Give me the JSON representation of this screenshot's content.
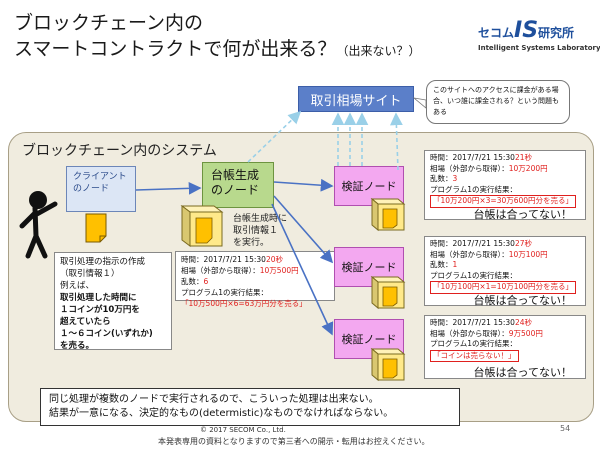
{
  "header": {
    "title_line1": "ブロックチェーン内の",
    "title_line2": "スマートコントラクトで何が出来る？",
    "title_sub": "（出来ない？）"
  },
  "logo": {
    "brand": "セコム",
    "is_mark": "IS",
    "lab": "研究所",
    "subtitle": "Intelligent Systems Laboratory",
    "color": "#1e4f9c"
  },
  "exchange": {
    "label": "取引相場サイト",
    "note": "このサイトへのアクセスに課金がある場合、いつ誰に課金される？という問題もある"
  },
  "system": {
    "title": "ブロックチェーン内のシステム"
  },
  "client": {
    "label": "クライアントのノード",
    "speech": {
      "line1": "取引処理の指示の作成",
      "line2": "（取引情報１）",
      "line3": "例えば、",
      "line4": "取引処理した時間に",
      "line5": "１コインが10万円を",
      "line6": "超えていたら",
      "line7": "１～６コイン(いずれか)",
      "line8": "を売る。"
    }
  },
  "ledger_node": {
    "label": "台帳生成のノード",
    "note_line1": "台帳生成時に",
    "note_line2": "取引情報１",
    "note_line3": "を実行。",
    "time_label": "時間：2017/7/21 15:30",
    "time_sec": "20秒",
    "price_label": "相場（外部から取得）：",
    "price_val": "10万500円",
    "rand_label": "乱数：",
    "rand_val": "6",
    "prog_label": "プログラム1の実行結果：",
    "prog_result": "「10万500円×6=63万円分を売る」"
  },
  "verifiers": [
    {
      "label": "検証ノード",
      "time_label": "時間：2017/7/21 15:30",
      "time_sec": "21秒",
      "price_label": "相場（外部から取得）：",
      "price_val": "10万200円",
      "rand_label": "乱数：",
      "rand_val": "3",
      "prog_label": "プログラム1の実行結果：",
      "prog_result": "「10万200円×3=30万600円分を売る」",
      "verdict": "台帳は合ってない！"
    },
    {
      "label": "検証ノード",
      "time_label": "時間：2017/7/21 15:30",
      "time_sec": "27秒",
      "price_label": "相場（外部から取得）：",
      "price_val": "10万100円",
      "rand_label": "乱数：",
      "rand_val": "1",
      "prog_label": "プログラム1の実行結果：",
      "prog_result": "「10万100円×1=10万100円分を売る」",
      "verdict": "台帳は合ってない！"
    },
    {
      "label": "検証ノード",
      "time_label": "時間：2017/7/21 15:30",
      "time_sec": "24秒",
      "price_label": "相場（外部から取得）：",
      "price_val": "9万500円",
      "prog_label": "プログラム1の実行結果：",
      "prog_result": "「コインは売らない！」",
      "verdict": "台帳は合ってない！"
    }
  ],
  "conclusion": {
    "line1": "同じ処理が複数のノードで実行されるので、こういった処理は出来ない。",
    "line2": "結果が一意になる、決定的なもの(determistic)なものでなければならない。"
  },
  "footer": {
    "copyright": "© 2017 SECOM Co., Ltd.",
    "disclaimer": "本発表専用の資料となりますので第三者への開示・転用はお控えください。",
    "page_number": "54"
  },
  "colors": {
    "ledger_node": "#b8d98d",
    "verifier_node": "#f3a8f0",
    "exchange": "#5b7fc9",
    "client_node": "#dce6f5",
    "accent_red": "#e0201e",
    "system_panel": "#f0ecdf"
  }
}
